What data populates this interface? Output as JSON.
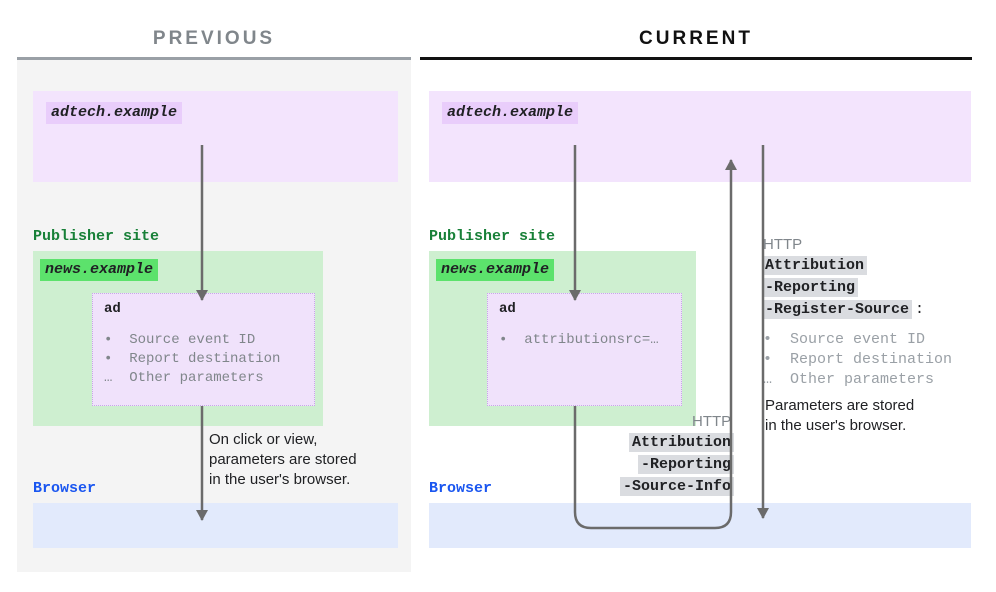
{
  "columns": {
    "previous": {
      "title": "PREVIOUS",
      "adtech_label": "adtech.example",
      "publisher_heading": "Publisher site",
      "publisher_label": "news.example",
      "ad_title": "ad",
      "ad_lines": "•  Source event ID\n•  Report destination\n…  Other parameters",
      "browser_heading": "Browser",
      "note": "On click or view,\nparameters are stored\nin the user's browser."
    },
    "current": {
      "title": "CURRENT",
      "adtech_label": "adtech.example",
      "publisher_heading": "Publisher site",
      "publisher_label": "news.example",
      "ad_title": "ad",
      "ad_lines": "•  attributionsrc=…",
      "browser_heading": "Browser",
      "note": "Parameters are stored\nin the user's browser.",
      "request_header": {
        "protocol": "HTTP",
        "lines": [
          "Attribution",
          "-Reporting",
          "-Source-Info"
        ]
      },
      "response_header": {
        "protocol": "HTTP",
        "lines": [
          "Attribution",
          "-Reporting",
          "-Register-Source"
        ],
        "colon": ":",
        "bullets": "•  Source event ID\n•  Report destination\n…  Other parameters"
      }
    }
  },
  "colors": {
    "adtech_bg": "#f3e4fd",
    "adtech_label_bg": "#e9cdfb",
    "publisher_bg": "#ceefd0",
    "publisher_label_bg": "#5ce26c",
    "browser_bg": "#e2eafc",
    "arrow": "#6b6b6b",
    "previous_title": "#80868b",
    "current_title": "#111111",
    "publisher_heading": "#188038",
    "browser_heading": "#1a56f0",
    "header_chip_bg": "#dadce0",
    "muted_text": "#80868b"
  }
}
